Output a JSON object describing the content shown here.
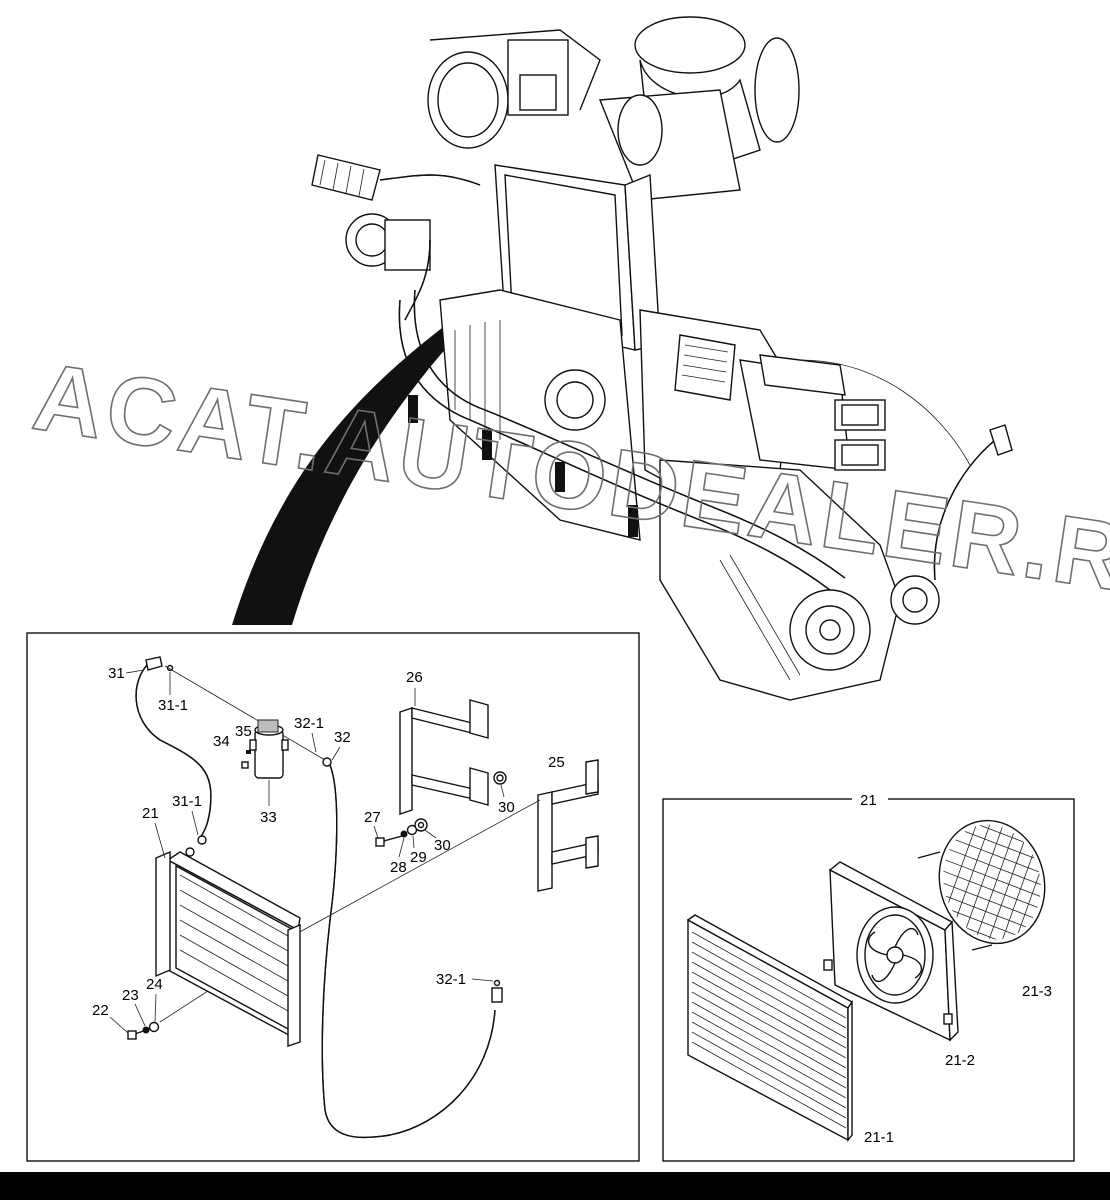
{
  "watermark": "ACAT.AUTODEALER.RU",
  "main_panel": {
    "callouts": {
      "p31": "31",
      "p31_1a": "31-1",
      "p35": "35",
      "p34": "34",
      "p33": "33",
      "p32_1a": "32-1",
      "p32": "32",
      "p26": "26",
      "p25": "25",
      "p30a": "30",
      "p30b": "30",
      "p27": "27",
      "p28": "28",
      "p29": "29",
      "p21": "21",
      "p31_1b": "31-1",
      "p22": "22",
      "p23": "23",
      "p24": "24",
      "p32_1b": "32-1"
    }
  },
  "detail_panel": {
    "title": "21",
    "callouts": {
      "p21_1": "21-1",
      "p21_2": "21-2",
      "p21_3": "21-3"
    }
  },
  "colors": {
    "ink": "#111111",
    "watermark": "#6f6f6f",
    "background": "#ffffff",
    "bottom_bar": "#000000"
  }
}
